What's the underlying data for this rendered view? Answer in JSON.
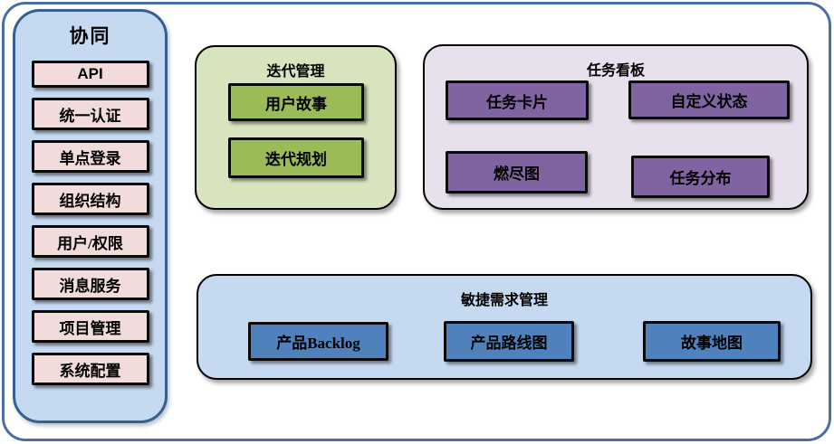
{
  "diagram": {
    "sidebar": {
      "title": "协同",
      "items": [
        "API",
        "统一认证",
        "单点登录",
        "组织结构",
        "用户/权限",
        "消息服务",
        "项目管理",
        "系统配置"
      ]
    },
    "iteration": {
      "title": "迭代管理",
      "items": [
        "用户故事",
        "迭代规划"
      ]
    },
    "kanban": {
      "title": "任务看板",
      "items": [
        "任务卡片",
        "自定义状态",
        "燃尽图",
        "任务分布"
      ]
    },
    "requirements": {
      "title": "敏捷需求管理",
      "items": [
        "产品Backlog",
        "产品路线图",
        "故事地图"
      ]
    },
    "colors": {
      "frame_border": "#4a6fa5",
      "sidebar_fill": "#c5d9f1",
      "sidebar_border": "#36618e",
      "pink_item": "#f2dcdb",
      "green_fill": "#d7e4bd",
      "green_button": "#9bbb59",
      "purple_fill": "#e6e1ec",
      "purple_button": "#8064a2",
      "blue_fill": "#c5d9f1",
      "blue_button": "#4f81bd",
      "box_border": "#0a0a0a"
    }
  }
}
